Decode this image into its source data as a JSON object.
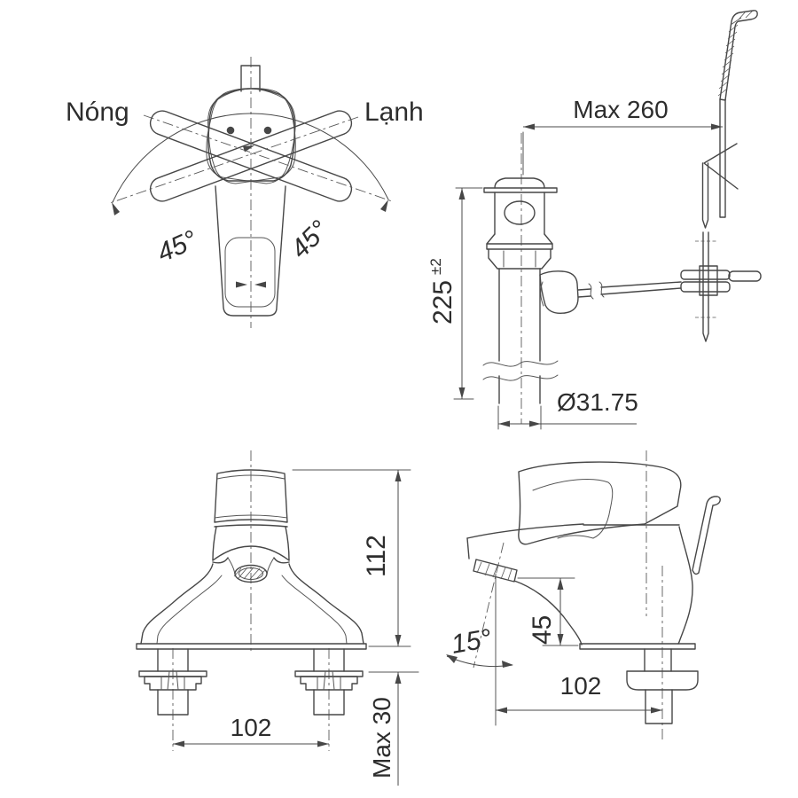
{
  "drawing": {
    "top_view": {
      "hot_label": "Nóng",
      "cold_label": "Lạnh",
      "swing_left": "45°",
      "swing_right": "45°"
    },
    "drain_view": {
      "max_reach": "Max 260",
      "height": "225",
      "height_tolerance": "±2",
      "pipe_diameter": "Ø31.75"
    },
    "front_view": {
      "body_height": "112",
      "hole_spacing": "102",
      "deck_thickness": "Max 30"
    },
    "side_view": {
      "outlet_height": "45",
      "spout_angle": "15°",
      "spout_reach": "102"
    }
  },
  "colors": {
    "line": "#474747",
    "text": "#2d2d2d",
    "background": "#ffffff"
  }
}
